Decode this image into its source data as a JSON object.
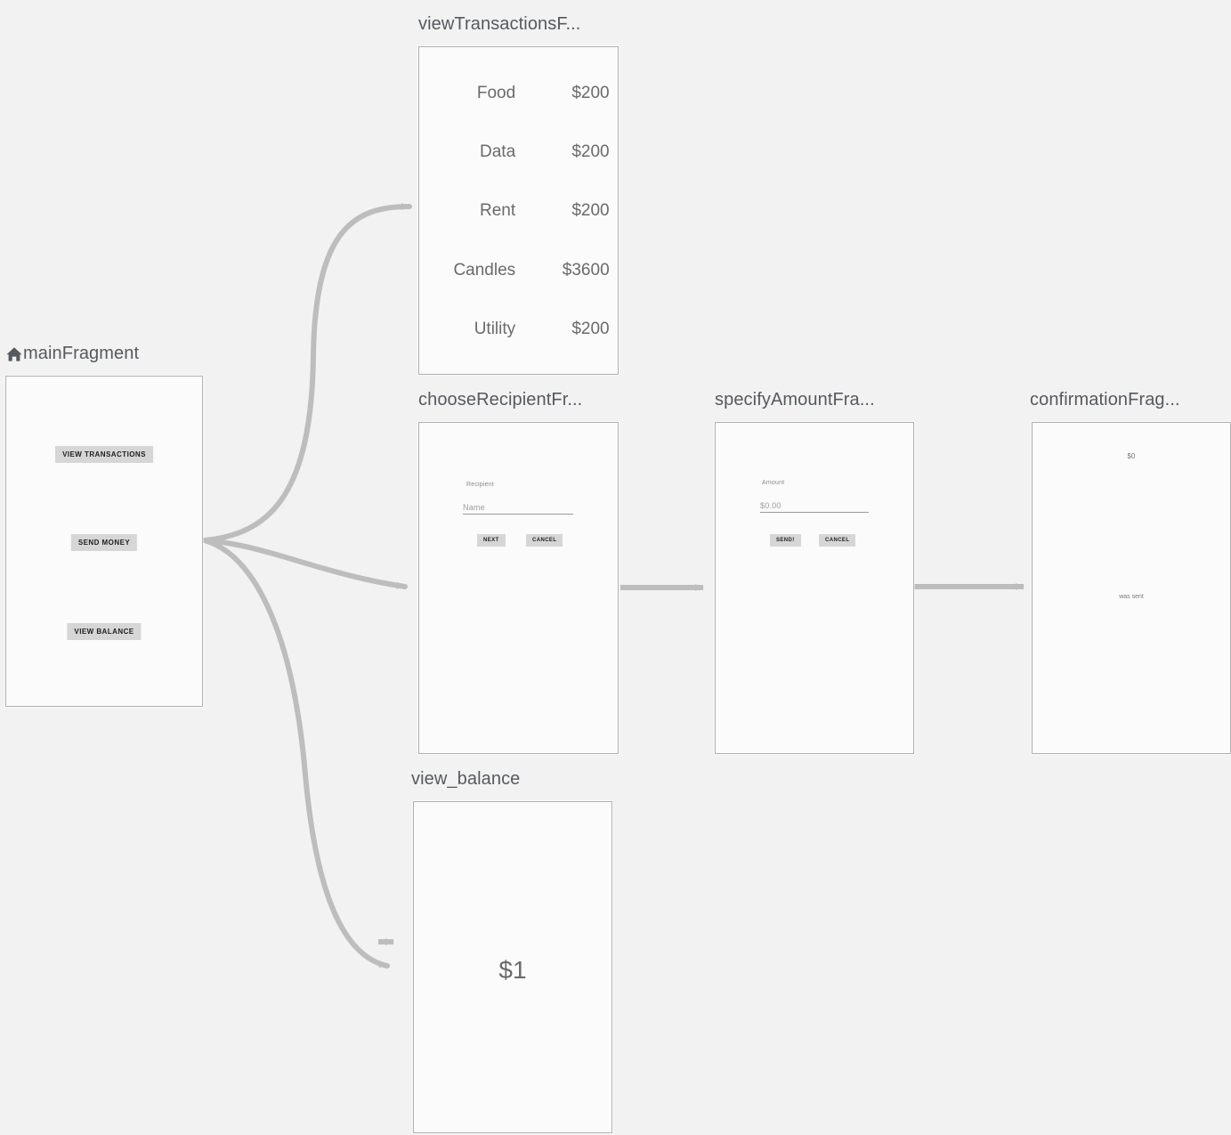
{
  "canvas": {
    "background": "#f2f2f2",
    "edge_color": "#bdbdbd",
    "box_border_color": "#b1b1b1",
    "box_fill_color": "#fbfbfb",
    "title_color": "#555a5e",
    "button_color": "#d6d6d6"
  },
  "fragments": {
    "main": {
      "title": "mainFragment",
      "start_icon": "home-icon",
      "buttons": [
        {
          "label": "VIEW TRANSACTIONS"
        },
        {
          "label": "SEND MONEY"
        },
        {
          "label": "VIEW BALANCE"
        }
      ]
    },
    "view_transactions": {
      "title": "viewTransactionsF...",
      "rows": [
        {
          "label": "Food",
          "amount": "$200"
        },
        {
          "label": "Data",
          "amount": "$200"
        },
        {
          "label": "Rent",
          "amount": "$200"
        },
        {
          "label": "Candles",
          "amount": "$3600"
        },
        {
          "label": "Utility",
          "amount": "$200"
        }
      ]
    },
    "choose_recipient": {
      "title": "chooseRecipientFr...",
      "field_label": "Recipient",
      "field_placeholder": "Name",
      "primary_button": "NEXT",
      "secondary_button": "CANCEL"
    },
    "specify_amount": {
      "title": "specifyAmountFra...",
      "field_label": "Amount",
      "field_placeholder": "$0.00",
      "primary_button": "SEND!",
      "secondary_button": "CANCEL"
    },
    "confirmation": {
      "title": "confirmationFrag...",
      "amount": "$0",
      "message": "was sent"
    },
    "view_balance": {
      "title": "view_balance",
      "amount": "$1"
    }
  }
}
